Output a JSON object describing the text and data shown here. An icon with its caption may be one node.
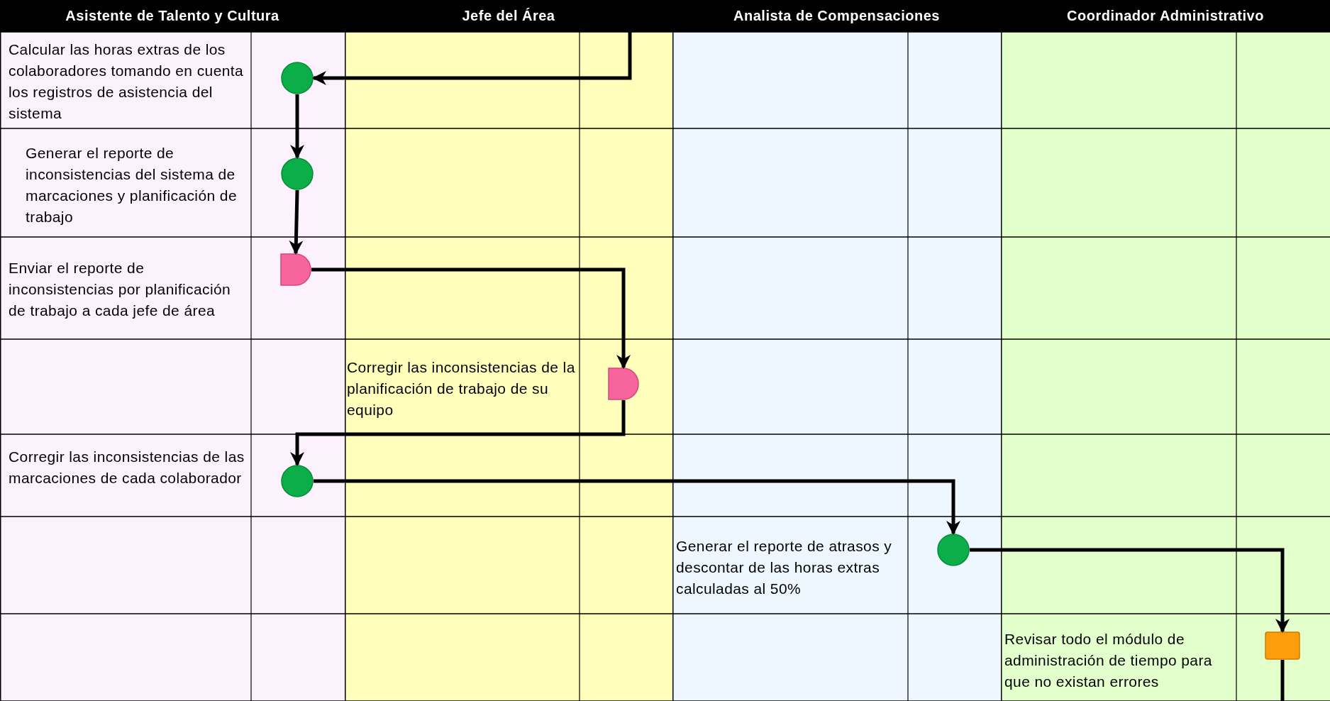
{
  "diagram": {
    "nodes": [
      {
        "text": [
          "Asistente de Talento y Cultura"
        ]
      },
      {
        "text": [
          "Jefe del Área"
        ]
      },
      {
        "text": [
          "Analista de Compensaciones"
        ]
      },
      {
        "text": [
          "Coordinador Administrativo"
        ]
      },
      {
        "text": [],
        "shape": "circle",
        "in": 0,
        "beside": [
          "Calcular las horas extras de los colaboradores tomando en cuenta los registros de asistencia del sistema"
        ]
      },
      {
        "text": [],
        "shape": "circle",
        "in": 0,
        "beside": [
          "Generar el reporte de inconsistencias del sistema de marcaciones y planificación de trabajo"
        ]
      },
      {
        "text": [],
        "shape": "delay",
        "in": 0,
        "beside": [
          "Enviar el reporte de inconsistencias por planificación de trabajo a cada jefe de área"
        ]
      },
      {
        "text": [],
        "shape": "delay",
        "in": 1,
        "beside": [
          "Corregir las inconsistencias de la planificación de trabajo de su equipo"
        ]
      },
      {
        "text": [],
        "shape": "circle",
        "in": 0,
        "beside": [
          "Corregir las inconsistencias de las marcaciones de cada colaborador"
        ]
      },
      {
        "text": [],
        "shape": "circle",
        "in": 2,
        "beside": [
          "Generar el reporte de atrasos y descontar de las horas extras calculadas al 50%"
        ]
      },
      {
        "text": [],
        "shape": "box",
        "in": 3,
        "beside": [
          "Revisar todo el módulo de administración de tiempo para que no existan errores"
        ]
      }
    ],
    "edges": [
      {
        "from": null,
        "to": 4,
        "arrow": "to"
      },
      {
        "from": 4,
        "to": 5,
        "arrow": "to"
      },
      {
        "from": 5,
        "to": 6,
        "arrow": "to"
      },
      {
        "from": 6,
        "to": 7,
        "arrow": "to"
      },
      {
        "from": 7,
        "to": 8,
        "arrow": "to"
      },
      {
        "from": 8,
        "to": 9,
        "arrow": "to"
      },
      {
        "from": 9,
        "to": 10,
        "arrow": "to"
      },
      {
        "from": 10,
        "to": null,
        "arrow": "none"
      }
    ]
  }
}
